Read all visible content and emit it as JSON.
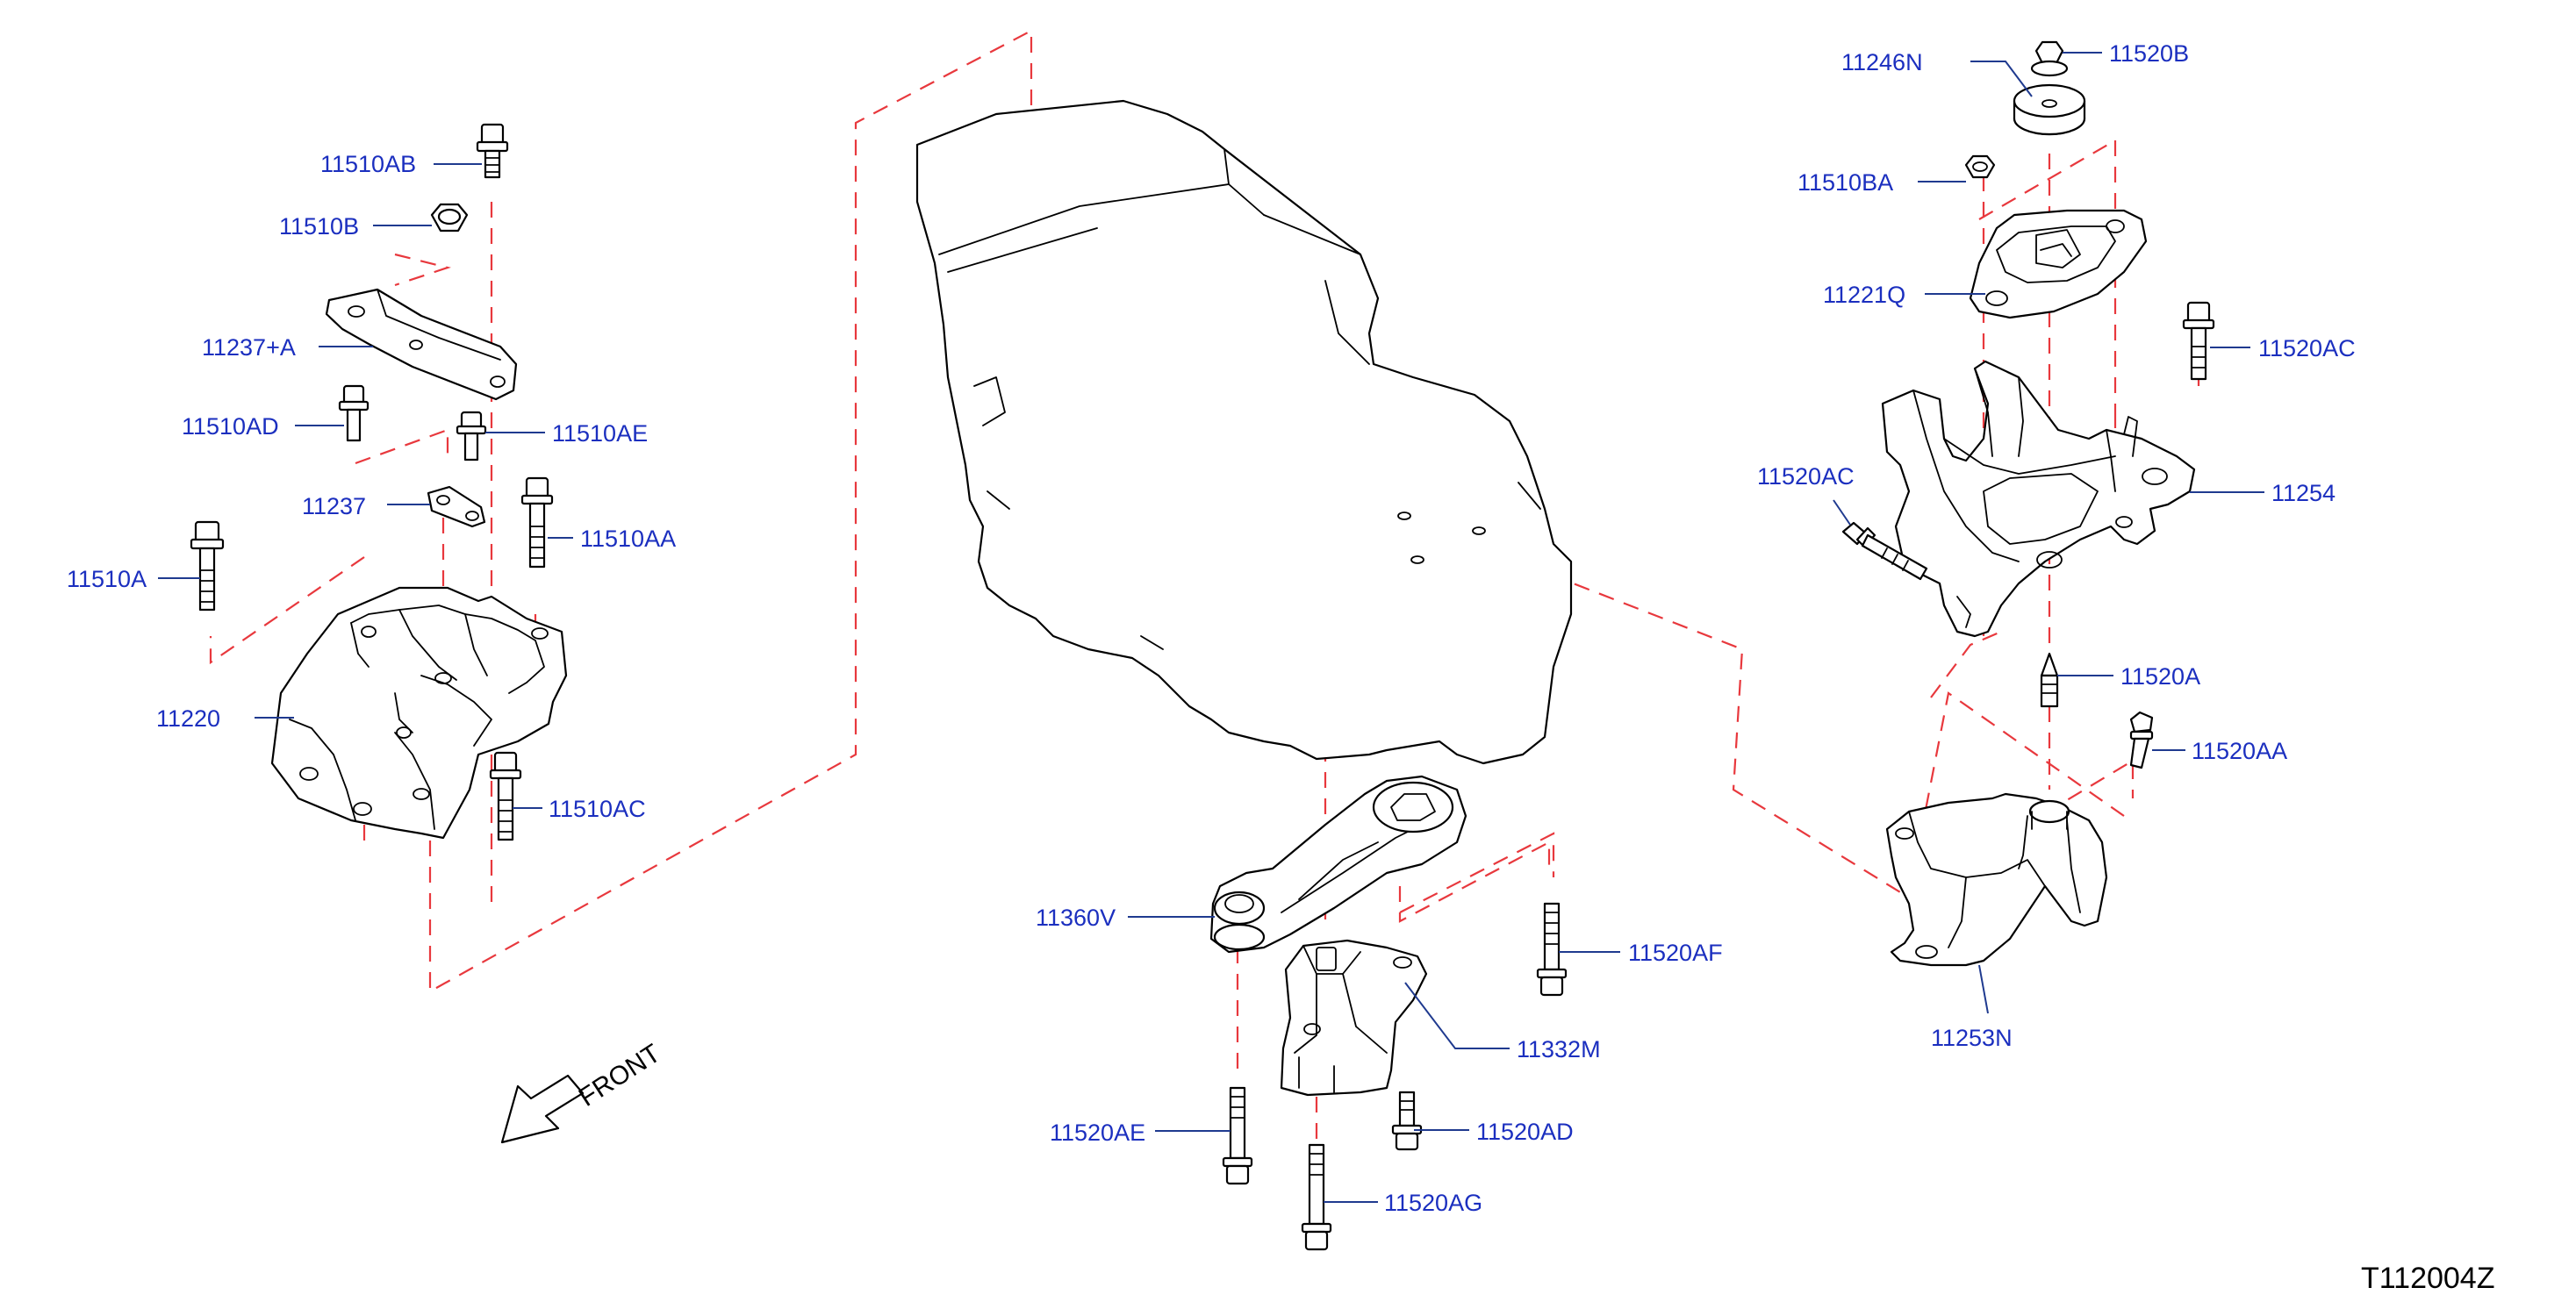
{
  "diagram": {
    "code": "T112004Z",
    "front_label": "FRONT",
    "colors": {
      "label": "#1b2fbf",
      "leader": "#1f3a8f",
      "dash": "#e8383d",
      "line": "#000000"
    },
    "labels": {
      "p11510AB": "11510AB",
      "p11510B": "11510B",
      "p11237A": "11237+A",
      "p11510AD": "11510AD",
      "p11510AE": "11510AE",
      "p11237": "11237",
      "p11510AA": "11510AA",
      "p11510A": "11510A",
      "p11220": "11220",
      "p11510AC": "11510AC",
      "p11360V": "11360V",
      "p11520AF": "11520AF",
      "p11332M": "11332M",
      "p11520AE": "11520AE",
      "p11520AD": "11520AD",
      "p11520AG": "11520AG",
      "p11246N": "11246N",
      "p11520B": "11520B",
      "p11510BA": "11510BA",
      "p11221Q": "11221Q",
      "p11520AC_r": "11520AC",
      "p11520AC_l": "11520AC",
      "p11254": "11254",
      "p11520A": "11520A",
      "p11520AA": "11520AA",
      "p11253N": "11253N"
    }
  }
}
